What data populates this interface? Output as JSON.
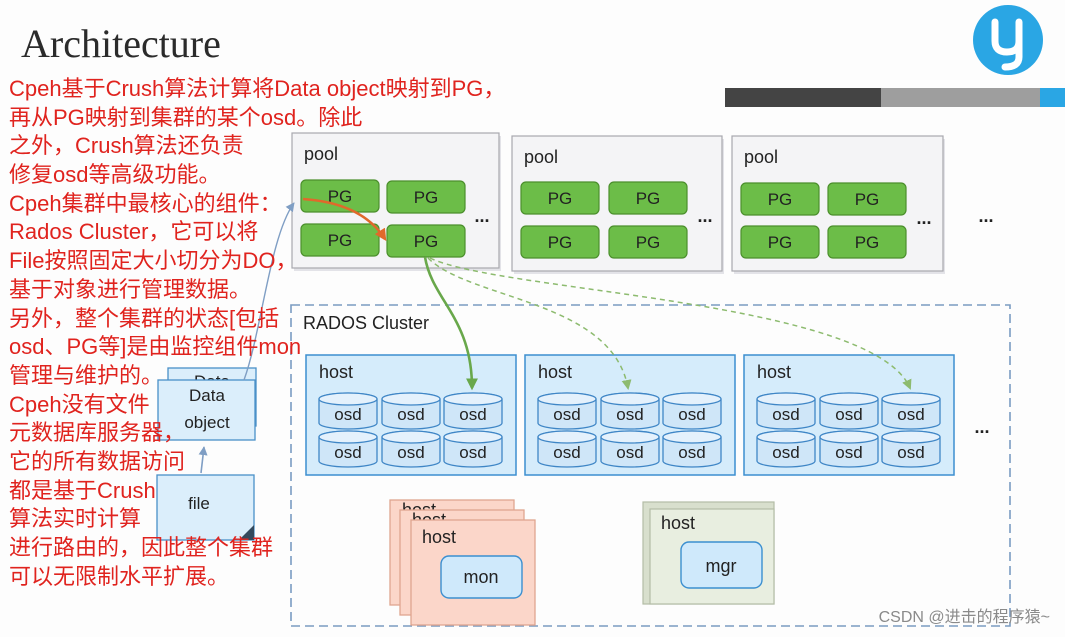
{
  "slide": {
    "title": "Architecture",
    "watermark": "CSDN @进击的程序猿~"
  },
  "logo": {
    "icon": "brand-logo-icon"
  },
  "notes": {
    "lines": [
      "Cpeh基于Crush算法计算将Data object映射到PG，",
      "再从PG映射到集群的某个osd。除此",
      "之外，Crush算法还负责",
      "修复osd等高级功能。",
      "Cpeh集群中最核心的组件：",
      "Rados Cluster，它可以将",
      "File按照固定大小切分为DO，",
      "基于对象进行管理数据。",
      "另外，整个集群的状态[包括",
      "osd、PG等]是由监控组件mon",
      "管理与维护的。",
      "Cpeh没有文件",
      "元数据库服务器，",
      "它的所有数据访问",
      "都是基于Crush",
      "算法实时计算",
      "进行路由的，因此整个集群",
      "可以无限制水平扩展。"
    ]
  },
  "pools": [
    {
      "label": "pool",
      "pgs": [
        "PG",
        "PG",
        "PG",
        "PG"
      ],
      "more": "..."
    },
    {
      "label": "pool",
      "pgs": [
        "PG",
        "PG",
        "PG",
        "PG"
      ],
      "more": "..."
    },
    {
      "label": "pool",
      "pgs": [
        "PG",
        "PG",
        "PG",
        "PG"
      ],
      "more": "..."
    }
  ],
  "pools_more": "...",
  "rados": {
    "label": "RADOS Cluster",
    "hosts": [
      {
        "label": "host",
        "osds": [
          "osd",
          "osd",
          "osd",
          "osd",
          "osd",
          "osd"
        ]
      },
      {
        "label": "host",
        "osds": [
          "osd",
          "osd",
          "osd",
          "osd",
          "osd",
          "osd"
        ]
      },
      {
        "label": "host",
        "osds": [
          "osd",
          "osd",
          "osd",
          "osd",
          "osd",
          "osd"
        ]
      }
    ],
    "hosts_more": "...",
    "mon_host": {
      "label": "host",
      "service": "mon"
    },
    "mgr_host": {
      "label": "host",
      "service": "mgr"
    }
  },
  "client": {
    "data_object": {
      "line1": "Data",
      "line2": "object"
    },
    "file": "file"
  },
  "colors": {
    "note_text": "#e0231e",
    "pg_fill": "#6cbd48",
    "pg_stroke": "#4b8f2c",
    "pool_fill": "#f4f4f6",
    "host_fill": "#d5ecfb",
    "host_stroke": "#3d8fd0",
    "osd_fill": "#cfe6f8",
    "mon_host_fill": "#fbd6c9",
    "mgr_host_fill": "#e8eee0",
    "client_fill": "#dbeefb",
    "crush_arrow": "#e0692b",
    "osd_arrow": "#69a84b",
    "brand_blue": "#2aa6e4"
  }
}
